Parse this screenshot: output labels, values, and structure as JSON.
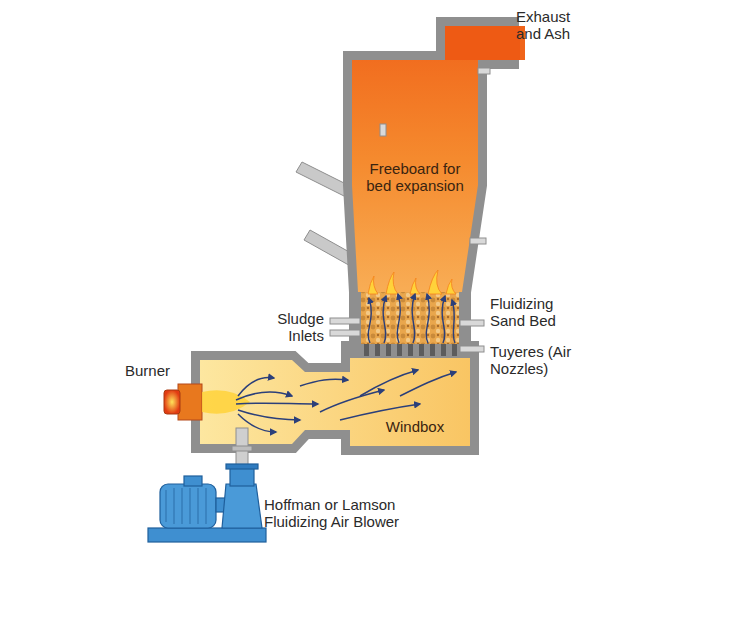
{
  "diagram": {
    "nodes": [
      {
        "text": [
          "Freeboard for bed expansion"
        ]
      },
      {
        "text": [
          "Windbox"
        ]
      }
    ],
    "labels": [
      "Exhaust and Ash",
      "Sludge Inlets",
      "Fluidizing Sand Bed",
      "Tuyeres (Air Nozzles)",
      "Burner",
      "Hoffman or Lamson Fluidizing Air Blower"
    ]
  }
}
